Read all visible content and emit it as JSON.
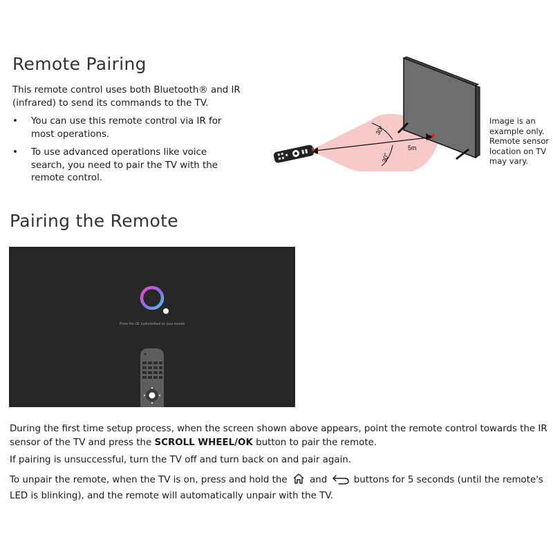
{
  "section1": {
    "title": "Remote Pairing",
    "intro": "This remote control uses both Bluetooth® and IR (infrared) to send its commands to the TV.",
    "bullets": [
      "You can use this remote control via IR for most operations.",
      "To use advanced operations like voice search, you need to pair the TV with the remote control."
    ],
    "bullet_symbol": "•"
  },
  "diagram": {
    "angle_upper": "30°",
    "angle_lower": "30°",
    "distance": "5m",
    "note": "Image is an example only. Remote sensor location on TV may vary.",
    "beam_color": "#f8c9c9",
    "sensor_color": "#e0242a"
  },
  "section2": {
    "title": "Pairing the Remote",
    "screen_message": "Press the OK button/wheel on your remote",
    "screen_bg": "#262626",
    "ring_gradient": [
      "#e84cc3",
      "#8a6cf0",
      "#4fc6ee"
    ]
  },
  "paragraphs": {
    "p1_before": "During the first time setup process, when the screen shown above appears, point the remote control towards the IR sensor of the TV and press the ",
    "p1_bold": "SCROLL WHEEL/OK",
    "p1_after": " button to pair the remote.",
    "p2": "If pairing is unsuccessful, turn the TV off and turn back on and pair again.",
    "p3_before": "To unpair the remote, when the TV is on, press and hold the ",
    "p3_mid": " and ",
    "p3_after": " buttons for 5 seconds (until the remote's LED is blinking), and the remote will automatically unpair with the TV.",
    "icons": [
      "home-icon",
      "back-icon"
    ]
  }
}
